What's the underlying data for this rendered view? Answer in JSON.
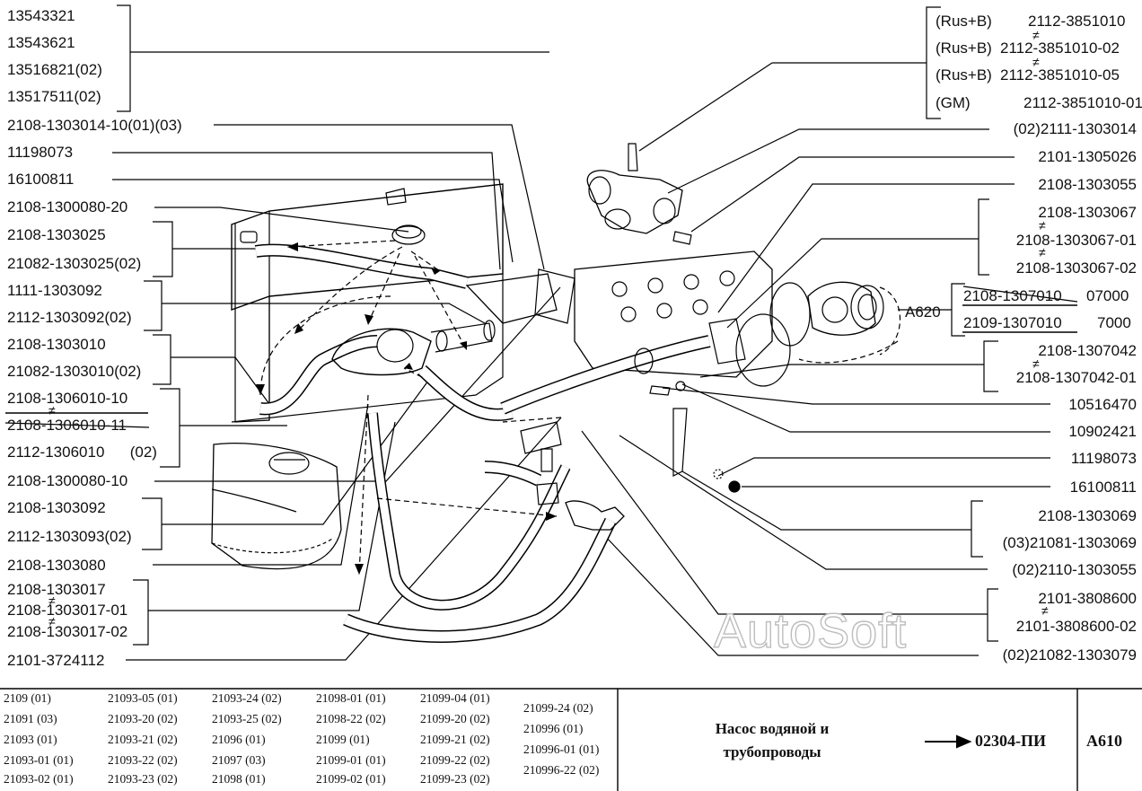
{
  "left_labels": [
    "13543321",
    "13543621",
    "13516821(02)",
    "13517511(02)",
    "2108-1303014-10(01)(03)",
    "11198073",
    "16100811",
    "2108-1300080-20",
    "2108-1303025",
    "21082-1303025(02)",
    "1111-1303092",
    "2112-1303092(02)",
    "2108-1303010",
    "21082-1303010(02)",
    "2108-1306010-10",
    "2108-1306010-11",
    "2112-1306010      (02)",
    "2108-1300080-10",
    "2108-1303092",
    "2112-1303093(02)",
    "2108-1303080",
    "2108-1303017",
    "2108-1303017-01",
    "2108-1303017-02",
    "2101-3724112"
  ],
  "right_labels": {
    "sensor": [
      {
        "variant": "(Rus+B)",
        "part": "2112-3851010"
      },
      {
        "variant": "(Rus+B)",
        "part": "2112-3851010-02"
      },
      {
        "variant": "(Rus+B)",
        "part": "2112-3851010-05"
      },
      {
        "variant": "(GM)",
        "part": "2112-3851010-01"
      }
    ],
    "list1": [
      "(02)2111-1303014",
      "2101-1305026",
      "2108-1303055",
      "2108-1303067",
      "2108-1303067-01",
      "2108-1303067-02"
    ],
    "pump_label": "A620",
    "pump_rows": [
      {
        "part": "2108-1307010",
        "code": "07000"
      },
      {
        "part": "2109-1307010",
        "code": "7000"
      }
    ],
    "list2": [
      "2108-1307042",
      "2108-1307042-01",
      "10516470",
      "10902421",
      "11198073",
      "16100811",
      "2108-1303069",
      "(03)21081-1303069",
      "(02)2110-1303055",
      "2101-3808600",
      "2101-3808600-02",
      "(02)21082-1303079"
    ]
  },
  "not_equal_sign": "≠",
  "watermark": "AutoSoft",
  "models": [
    [
      "2109 (01)",
      "21091 (03)",
      "21093 (01)",
      "21093-01 (01)",
      "21093-02 (01)"
    ],
    [
      "21093-05 (01)",
      "21093-20 (02)",
      "21093-21 (02)",
      "21093-22 (02)",
      "21093-23 (02)"
    ],
    [
      "21093-24 (02)",
      "21093-25 (02)",
      "21096 (01)",
      "21097 (03)",
      "21098 (01)"
    ],
    [
      "21098-01 (01)",
      "21098-22 (02)",
      "21099 (01)",
      "21099-01 (01)",
      "21099-02 (01)"
    ],
    [
      "21099-04 (01)",
      "21099-20 (02)",
      "21099-21 (02)",
      "21099-22 (02)",
      "21099-23 (02)"
    ],
    [
      "21099-24 (02)",
      "210996 (01)",
      "210996-01 (01)",
      "210996-22 (02)"
    ]
  ],
  "title_line1": "Насос водяной и",
  "title_line2": "трубопроводы",
  "arrow": "→",
  "ref_code": "02304-ПИ",
  "page_code": "A610"
}
